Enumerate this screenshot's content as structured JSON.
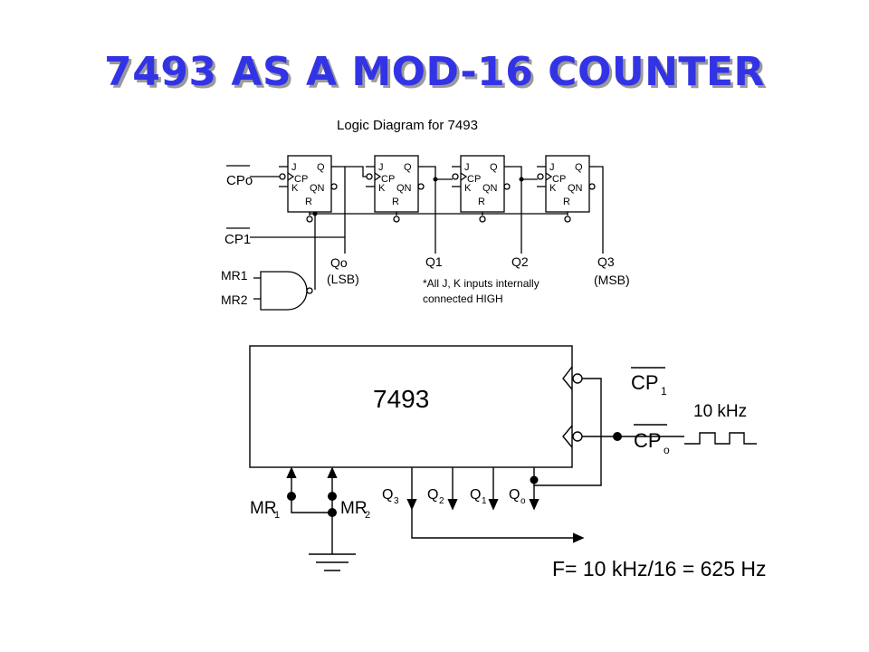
{
  "title": "7493 AS A MOD-16 COUNTER",
  "logic": {
    "heading": "Logic Diagram for 7493",
    "ff_pins": {
      "j": "J",
      "k": "K",
      "cp": "CP",
      "q": "Q",
      "qn": "QN",
      "r": "R"
    },
    "cp0": "CPo",
    "cp1": "CP1",
    "mr1": "MR1",
    "mr2": "MR2",
    "q0": "Qo",
    "lsb": "(LSB)",
    "q1": "Q1",
    "q2": "Q2",
    "q3": "Q3",
    "msb": "(MSB)",
    "note_line1": "*All J, K inputs internally",
    "note_line2": "connected HIGH"
  },
  "block": {
    "chip_label": "7493",
    "cp1_main": "CP",
    "cp1_sub": "1",
    "cp0_main": "CP",
    "cp0_sub": "o",
    "clock_label": "10 kHz",
    "mr1_main": "MR",
    "mr1_sub": "1",
    "mr2_main": "MR",
    "mr2_sub": "2",
    "q3_main": "Q",
    "q3_sub": "3",
    "q2_main": "Q",
    "q2_sub": "2",
    "q1_main": "Q",
    "q1_sub": "1",
    "q0_main": "Q",
    "q0_sub": "o",
    "formula": "F= 10 kHz/16 = 625 Hz"
  }
}
